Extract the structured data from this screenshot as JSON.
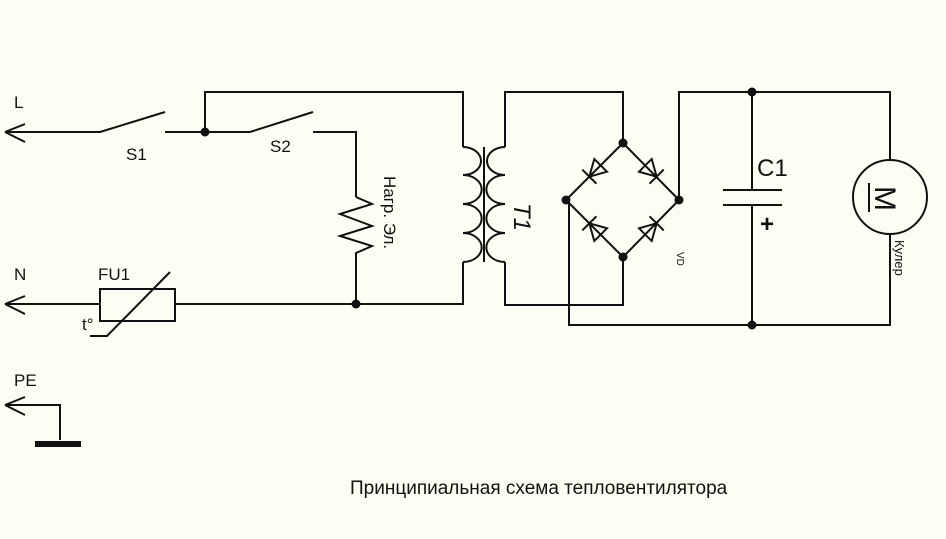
{
  "labels": {
    "line": "L",
    "neutral": "N",
    "earth": "PE",
    "switch1": "S1",
    "switch2": "S2",
    "fuse": "FU1",
    "fuse_temp": "t°",
    "heater": "Нагр. Эл.",
    "transformer": "T1",
    "bridge": "VD",
    "capacitor": "C1",
    "cap_polarity": "+",
    "motor": "Кулер",
    "motor_symbol": "M"
  },
  "caption": "Принципиальная схема тепловентилятора"
}
